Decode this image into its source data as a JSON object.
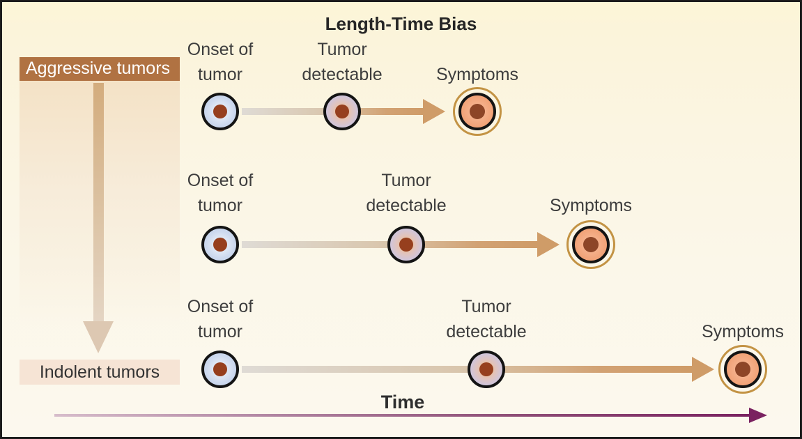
{
  "title": "Length-Time Bias",
  "sidebar": {
    "aggressive_label": "Aggressive tumors",
    "indolent_label": "Indolent tumors"
  },
  "rows": [
    {
      "id": "aggressive",
      "onset_label": "Onset of tumor",
      "detectable_label": "Tumor detectable",
      "symptoms_label": "Symptoms"
    },
    {
      "id": "intermediate",
      "onset_label": "Onset of tumor",
      "detectable_label": "Tumor detectable",
      "symptoms_label": "Symptoms"
    },
    {
      "id": "indolent",
      "onset_label": "Onset of tumor",
      "detectable_label": "Tumor detectable",
      "symptoms_label": "Symptoms"
    }
  ],
  "time_axis": {
    "label": "Time"
  },
  "icons": {
    "onset_cell": "blue-cell-icon",
    "detectable_cell": "lavender-cell-icon",
    "symptoms_cell": "orange-cell-icon",
    "sidebar_arrow": "down-arrow-icon",
    "row_arrow": "right-arrow-icon",
    "time_arrow": "right-arrow-icon"
  },
  "colors": {
    "aggressive_box_bg": "#b07242",
    "indolent_box_bg": "#f6e4d5",
    "row_arrow_tan": "#cf9c68",
    "time_arrow_purple": "#7a2260",
    "symptoms_ring_gold": "#c39344",
    "cell_blue": "#cdd9ee",
    "cell_lavender": "#c4c1e1",
    "cell_orange": "#f1a277",
    "nucleus_brown": "#963f1e",
    "background_top": "#fdf6d7",
    "background_bottom": "#fcf8ee"
  }
}
